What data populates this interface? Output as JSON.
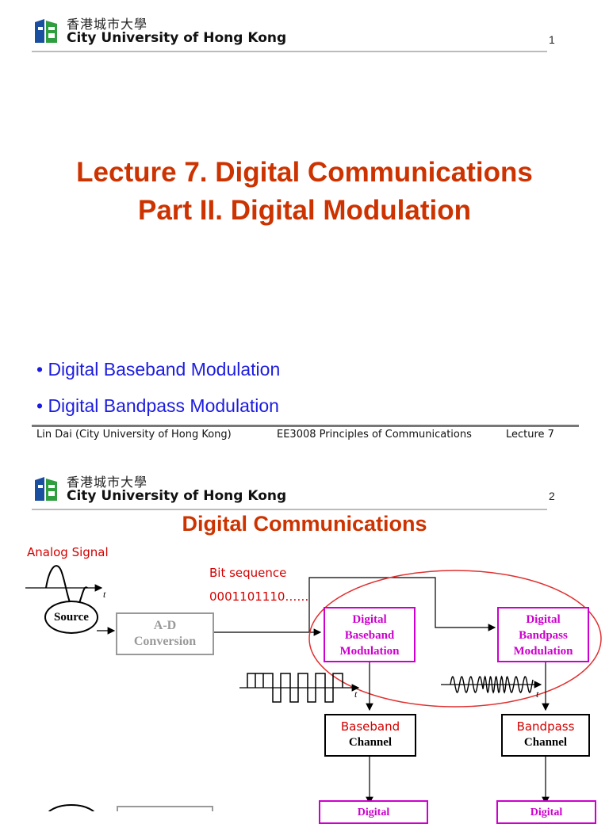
{
  "header": {
    "university_cn": "香港城市大學",
    "university_en": "City University of Hong Kong"
  },
  "slide1": {
    "page_number": "1",
    "title_line1": "Lecture 7. Digital Communications",
    "title_line2": "Part II. Digital Modulation",
    "bullets": [
      "• Digital Baseband Modulation",
      "• Digital Bandpass Modulation"
    ],
    "footer": {
      "author": "Lin Dai (City University of Hong Kong)",
      "course": "EE3008 Principles of Communications",
      "lecture": "Lecture 7"
    }
  },
  "slide2": {
    "page_number": "2",
    "title": "Digital Communications",
    "analog_label": "Analog Signal",
    "bit_sequence_label": "Bit sequence",
    "bit_sequence_value": "0001101110……",
    "time_label": "t",
    "source": "Source",
    "ad_line1": "A-D",
    "ad_line2": "Conversion",
    "baseband_mod": [
      "Digital",
      "Baseband",
      "Modulation"
    ],
    "bandpass_mod": [
      "Digital",
      "Bandpass",
      "Modulation"
    ],
    "baseband_channel": [
      "Baseband",
      "Channel"
    ],
    "bandpass_channel": [
      "Bandpass",
      "Channel"
    ],
    "bottom_box_left": "Digital",
    "bottom_box_right": "Digital"
  },
  "colors": {
    "title": "#cc3300",
    "bullet": "#1c1ce0",
    "highlight": "#d40000",
    "modulation_box": "#cc00cc",
    "ad_box": "#999999"
  }
}
